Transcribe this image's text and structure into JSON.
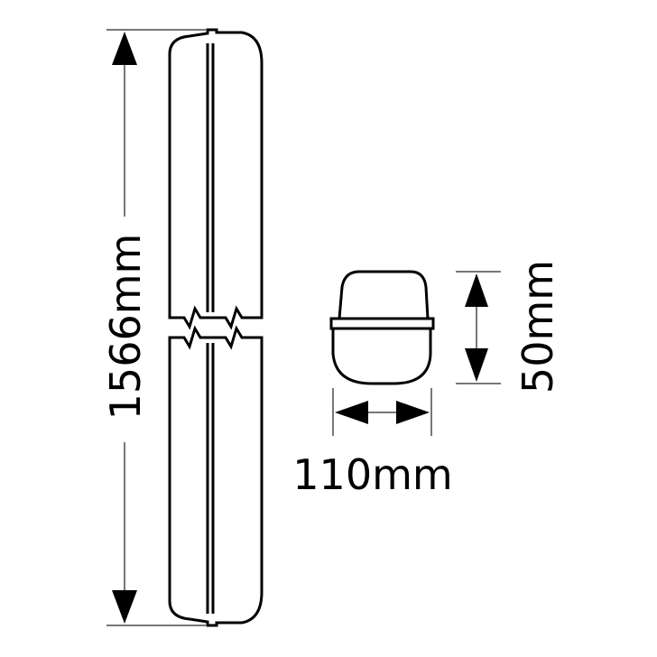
{
  "dimensions": {
    "length": "1566mm",
    "height": "50mm",
    "width": "110mm"
  },
  "colors": {
    "line": "#000000",
    "background": "#ffffff"
  }
}
